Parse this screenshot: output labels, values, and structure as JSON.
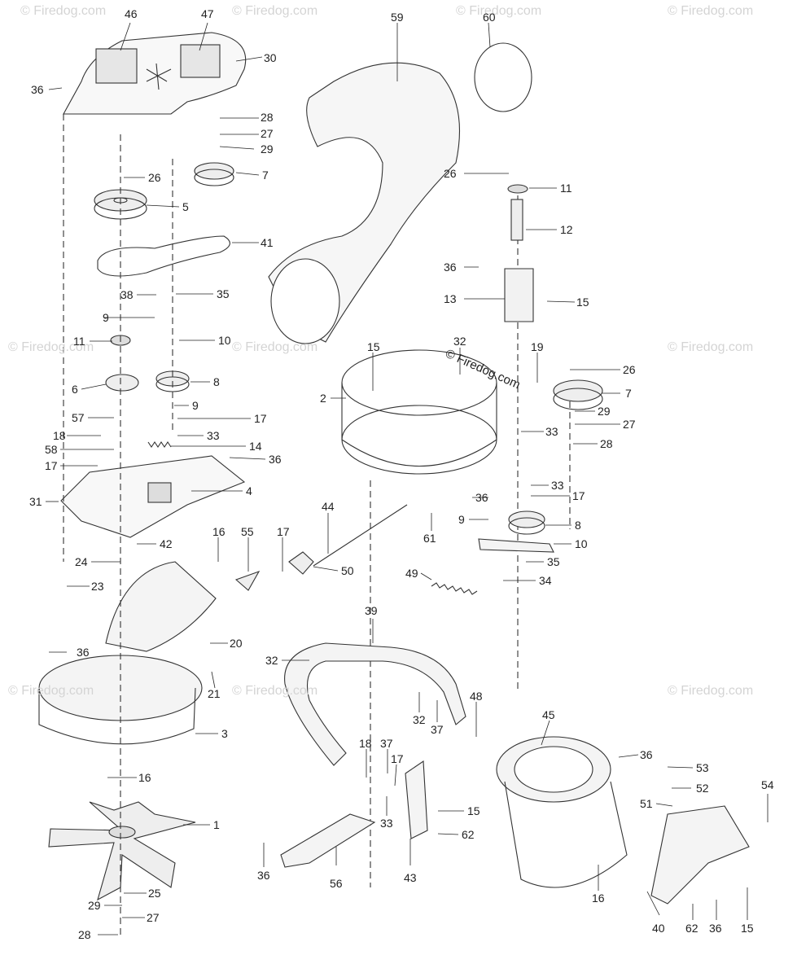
{
  "watermarks": {
    "small": "© Firedog.com",
    "main": "© Firedog.com"
  },
  "labels": {
    "l46": "46",
    "l47": "47",
    "l30": "30",
    "l36a": "36",
    "l28a": "28",
    "l27a": "27",
    "l29a": "29",
    "l26a": "26",
    "l7a": "7",
    "l5": "5",
    "l41": "41",
    "l38": "38",
    "l35a": "35",
    "l9a": "9",
    "l10a": "10",
    "l11a": "11",
    "l6": "6",
    "l8a": "8",
    "l9b": "9",
    "l57": "57",
    "l17a": "17",
    "l33a": "33",
    "l18a": "18",
    "l14": "14",
    "l58": "58",
    "l36b": "36",
    "l17b": "17",
    "l4": "4",
    "l31": "31",
    "l42": "42",
    "l16a": "16",
    "l55": "55",
    "l17c": "17",
    "l44": "44",
    "l50": "50",
    "l24": "24",
    "l23": "23",
    "l36c": "36",
    "l20": "20",
    "l21": "21",
    "l3": "3",
    "l16b": "16",
    "l1": "1",
    "l25": "25",
    "l29b": "29",
    "l27b": "27",
    "l28b": "28",
    "l59": "59",
    "l60": "60",
    "l26b": "26",
    "l11b": "11",
    "l12": "12",
    "l36d": "36",
    "l13": "13",
    "l15a": "15",
    "l15b": "15",
    "l32a": "32",
    "l19": "19",
    "l26c": "26",
    "l2": "2",
    "l7b": "7",
    "l29c": "29",
    "l27c": "27",
    "l33b": "33",
    "l28c": "28",
    "l33c": "33",
    "l36e": "36",
    "l17d": "17",
    "l9c": "9",
    "l8b": "8",
    "l61": "61",
    "l10b": "10",
    "l49": "49",
    "l35b": "35",
    "l34": "34",
    "l39": "39",
    "l32b": "32",
    "l48": "48",
    "l32c": "32",
    "l37a": "37",
    "l45": "45",
    "l18b": "18",
    "l37b": "37",
    "l17e": "17",
    "l36f": "36",
    "l53": "53",
    "l52": "52",
    "l54": "54",
    "l51": "51",
    "l15c": "15",
    "l33d": "33",
    "l62a": "62",
    "l36g": "36",
    "l56": "56",
    "l43": "43",
    "l16c": "16",
    "l40": "40",
    "l62b": "62",
    "l36h": "36",
    "l15d": "15"
  }
}
